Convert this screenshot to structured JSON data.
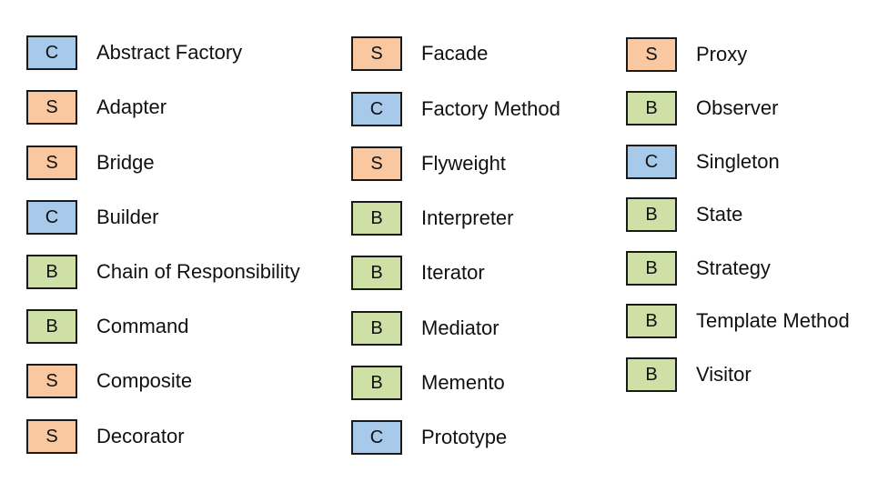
{
  "category_colors": {
    "C": "#a7c9ea",
    "S": "#f9c8a0",
    "B": "#cfe0a6",
    "border": "#1a1a1a"
  },
  "columns": [
    {
      "items": [
        {
          "category": "C",
          "name": "Abstract Factory"
        },
        {
          "category": "S",
          "name": "Adapter"
        },
        {
          "category": "S",
          "name": "Bridge"
        },
        {
          "category": "C",
          "name": "Builder"
        },
        {
          "category": "B",
          "name": "Chain of Responsibility"
        },
        {
          "category": "B",
          "name": "Command"
        },
        {
          "category": "S",
          "name": "Composite"
        },
        {
          "category": "S",
          "name": "Decorator"
        }
      ]
    },
    {
      "items": [
        {
          "category": "S",
          "name": "Facade"
        },
        {
          "category": "C",
          "name": "Factory Method"
        },
        {
          "category": "S",
          "name": "Flyweight"
        },
        {
          "category": "B",
          "name": "Interpreter"
        },
        {
          "category": "B",
          "name": "Iterator"
        },
        {
          "category": "B",
          "name": "Mediator"
        },
        {
          "category": "B",
          "name": "Memento"
        },
        {
          "category": "C",
          "name": "Prototype"
        }
      ]
    },
    {
      "items": [
        {
          "category": "S",
          "name": "Proxy"
        },
        {
          "category": "B",
          "name": "Observer"
        },
        {
          "category": "C",
          "name": "Singleton"
        },
        {
          "category": "B",
          "name": "State"
        },
        {
          "category": "B",
          "name": "Strategy"
        },
        {
          "category": "B",
          "name": "Template Method"
        },
        {
          "category": "B",
          "name": "Visitor"
        }
      ]
    }
  ]
}
